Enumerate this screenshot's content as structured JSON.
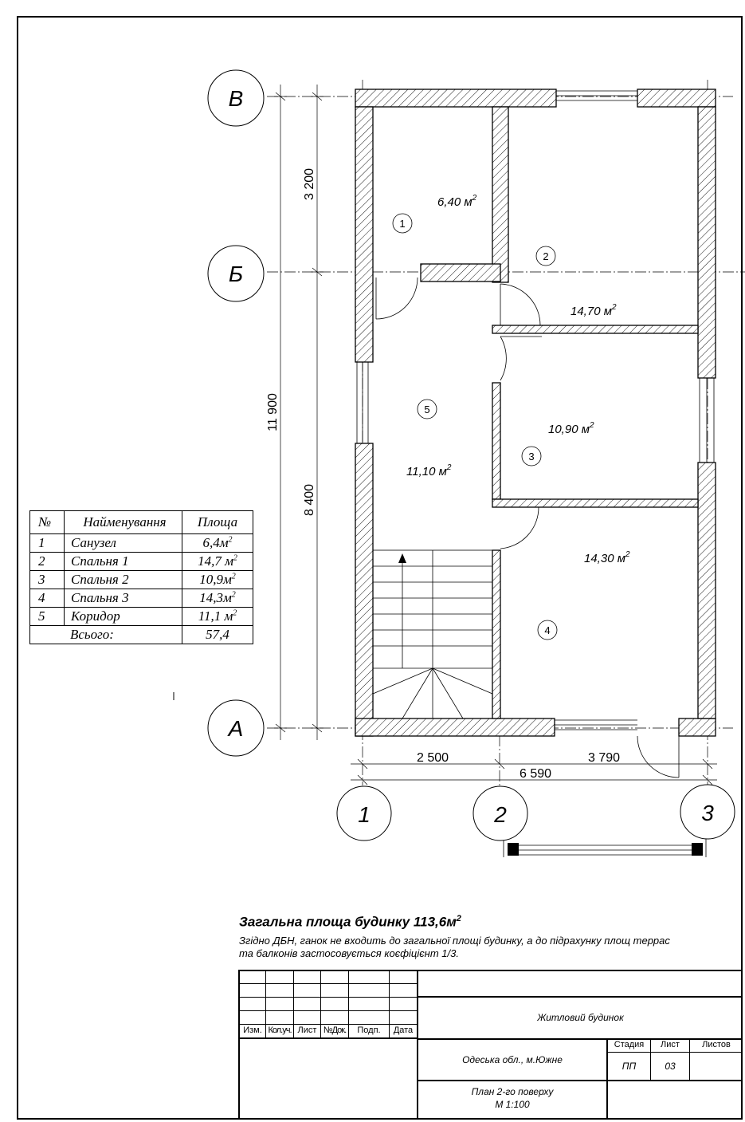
{
  "axes": {
    "rows": [
      {
        "id": "row-v",
        "label": "В"
      },
      {
        "id": "row-b",
        "label": "Б"
      },
      {
        "id": "row-a",
        "label": "А"
      }
    ],
    "columns": [
      {
        "id": "col-1",
        "label": "1"
      },
      {
        "id": "col-2",
        "label": "2"
      },
      {
        "id": "col-3",
        "label": "3"
      }
    ]
  },
  "dimensions": {
    "vertical_overall": "11 900",
    "vertical_top": "3 200",
    "vertical_bottom": "8 400",
    "horizontal_left": "2 500",
    "horizontal_right": "3 790",
    "horizontal_overall": "6 590"
  },
  "rooms": [
    {
      "number": "1",
      "area": "6,40 м",
      "sup": "2"
    },
    {
      "number": "2",
      "area": "14,70 м",
      "sup": "2"
    },
    {
      "number": "3",
      "area": "10,90 м",
      "sup": "2"
    },
    {
      "number": "4",
      "area": "14,30 м",
      "sup": "2"
    },
    {
      "number": "5",
      "area": "11,10 м",
      "sup": "2"
    }
  ],
  "schedule": {
    "headers": {
      "num": "№",
      "name": "Найменування",
      "area": "Площа"
    },
    "rows": [
      {
        "num": "1",
        "name": "Санузел",
        "area": "6,4м",
        "sup": "2"
      },
      {
        "num": "2",
        "name": "Спальня 1",
        "area": "14,7 м",
        "sup": "2"
      },
      {
        "num": "3",
        "name": "Спальня 2",
        "area": "10,9м",
        "sup": "2"
      },
      {
        "num": "4",
        "name": "Спальня 3",
        "area": "14,3м",
        "sup": "2"
      },
      {
        "num": "5",
        "name": "Коридор",
        "area": "11,1 м",
        "sup": "2"
      }
    ],
    "total_label": "Всього:",
    "total_value": "57,4"
  },
  "notes": {
    "total_area": "Загальна площа будинку  113,6м",
    "total_area_sup": "2",
    "note": "Згідно ДБН, ганок не входить до загальної площі будинку, а до підрахунку площ террас та балконів застосовується коєфіцієнт 1/3."
  },
  "title_block": {
    "columns": [
      "Изм.",
      "Кол.уч.",
      "Лист",
      "№Док.",
      "Подп.",
      "Дата"
    ],
    "project": "Житловий будинок",
    "location": "Одеська обл., м.Южне",
    "stage_label": "Стадия",
    "sheet_label": "Лист",
    "sheets_label": "Листов",
    "stage_value": "ПП",
    "sheet_value": "03",
    "drawing_title": "План 2-го поверху",
    "scale": "М 1:100"
  }
}
